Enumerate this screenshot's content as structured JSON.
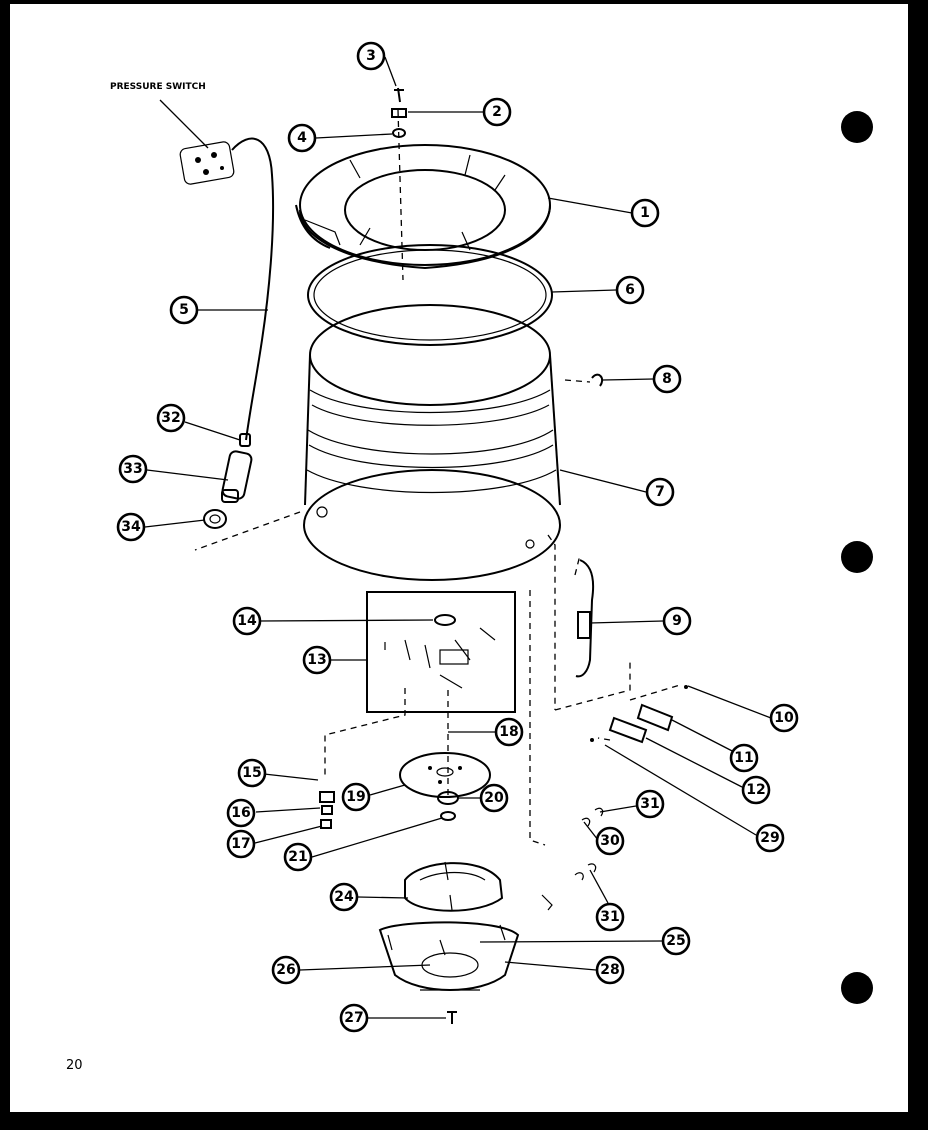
{
  "labels": {
    "pressure_switch": "PRESSURE SWITCH",
    "page_number": "20"
  },
  "callouts": {
    "c1": "1",
    "c2": "2",
    "c3": "3",
    "c4": "4",
    "c5": "5",
    "c6": "6",
    "c7": "7",
    "c8": "8",
    "c9": "9",
    "c10": "10",
    "c11": "11",
    "c12": "12",
    "c13": "13",
    "c14": "14",
    "c15": "15",
    "c16": "16",
    "c17": "17",
    "c18": "18",
    "c19": "19",
    "c20": "20",
    "c21": "21",
    "c24": "24",
    "c25": "25",
    "c26": "26",
    "c27": "27",
    "c28": "28",
    "c29": "29",
    "c30": "30",
    "c31a": "31",
    "c31b": "31",
    "c32": "32",
    "c33": "33",
    "c34": "34"
  },
  "colors": {
    "ink": "#000000",
    "paper": "#ffffff"
  }
}
